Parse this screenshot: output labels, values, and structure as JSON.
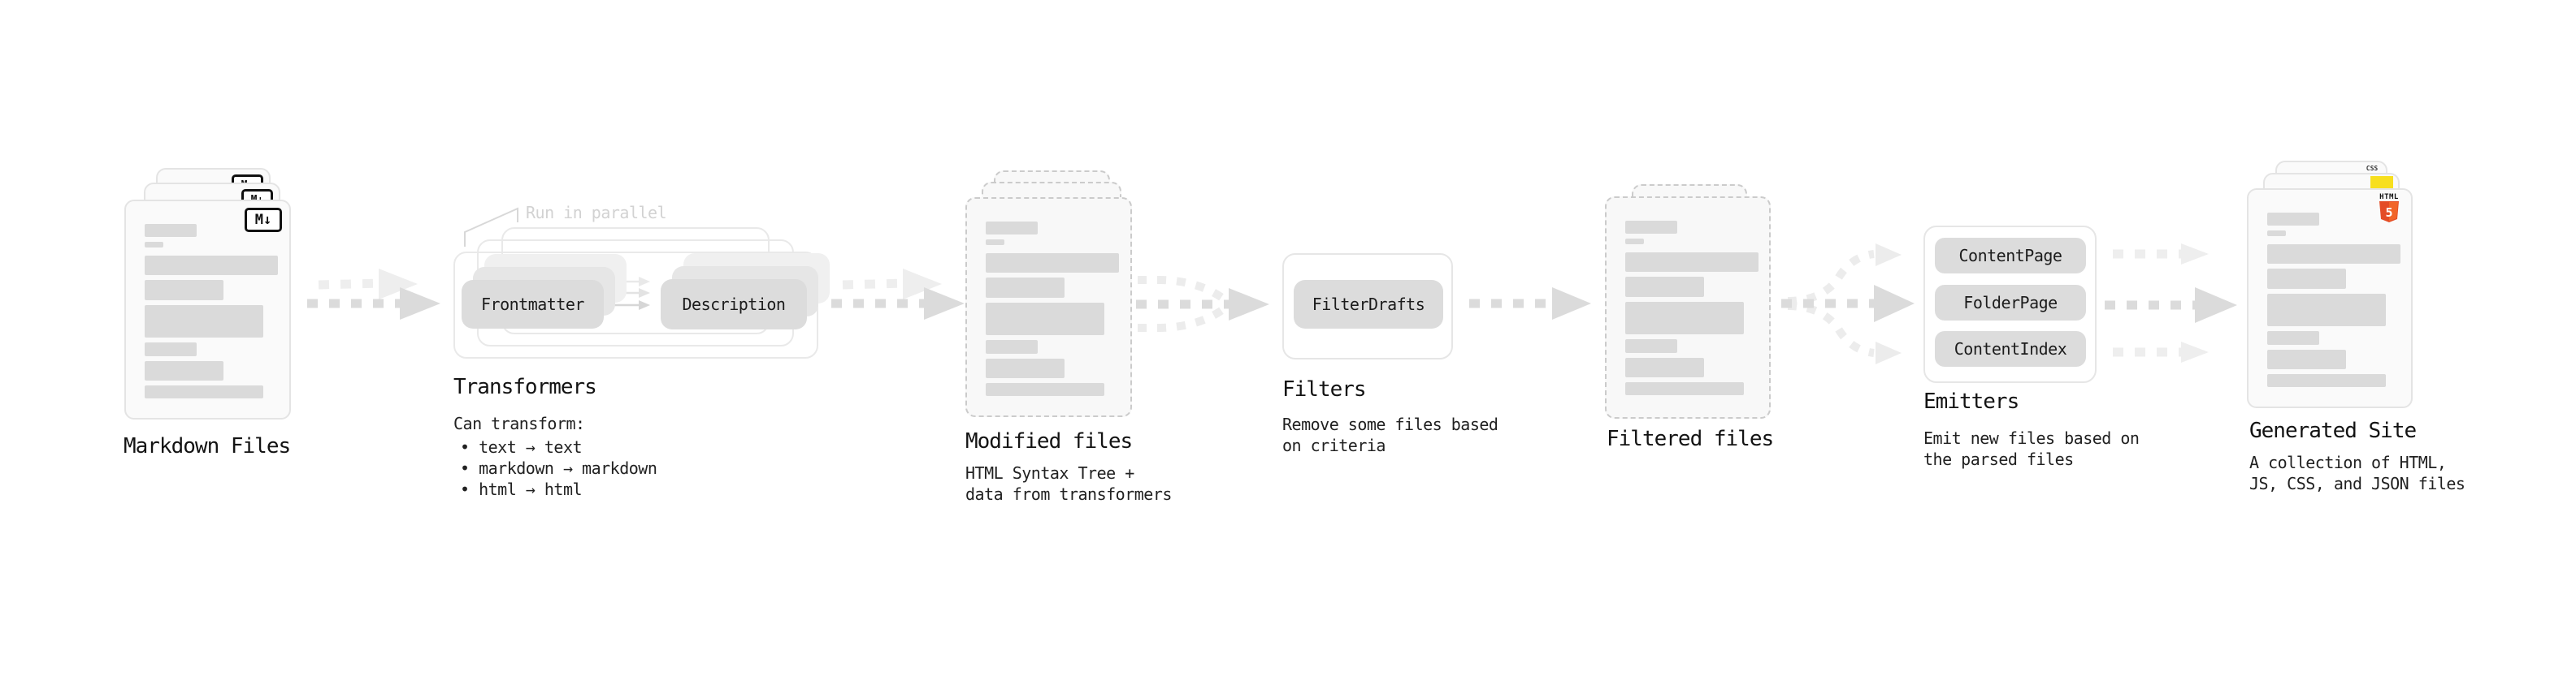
{
  "diagram": {
    "markdown_files": {
      "title": "Markdown Files",
      "badge": "M↓"
    },
    "transformers": {
      "annotation": "Run in parallel",
      "pill_left": "Frontmatter",
      "pill_right": "Description",
      "title": "Transformers",
      "lead": "Can transform:",
      "bullets": [
        "• text → text",
        "• markdown → markdown",
        "• html → html"
      ]
    },
    "modified_files": {
      "title": "Modified files",
      "subtitle1": "HTML Syntax Tree +",
      "subtitle2": "data from transformers"
    },
    "filters": {
      "title": "Filters",
      "pill": "FilterDrafts",
      "subtitle1": "Remove some files based",
      "subtitle2": "on criteria"
    },
    "filtered_files": {
      "title": "Filtered files"
    },
    "emitters": {
      "title": "Emitters",
      "pills": [
        "ContentPage",
        "FolderPage",
        "ContentIndex"
      ],
      "subtitle1": "Emit new files based on",
      "subtitle2": "the parsed files"
    },
    "generated_site": {
      "title": "Generated Site",
      "subtitle1": "A collection of HTML,",
      "subtitle2": "JS, CSS, and JSON files",
      "css_label": "CSS",
      "html_label": "HTML",
      "html_number": "5"
    },
    "colors": {
      "html5_orange": "#e44d26",
      "js_yellow": "#f7df1e",
      "css_blue": "#2e6be6",
      "bar_gray": "#dadada",
      "pill_gray": "#dcdcdc"
    }
  }
}
